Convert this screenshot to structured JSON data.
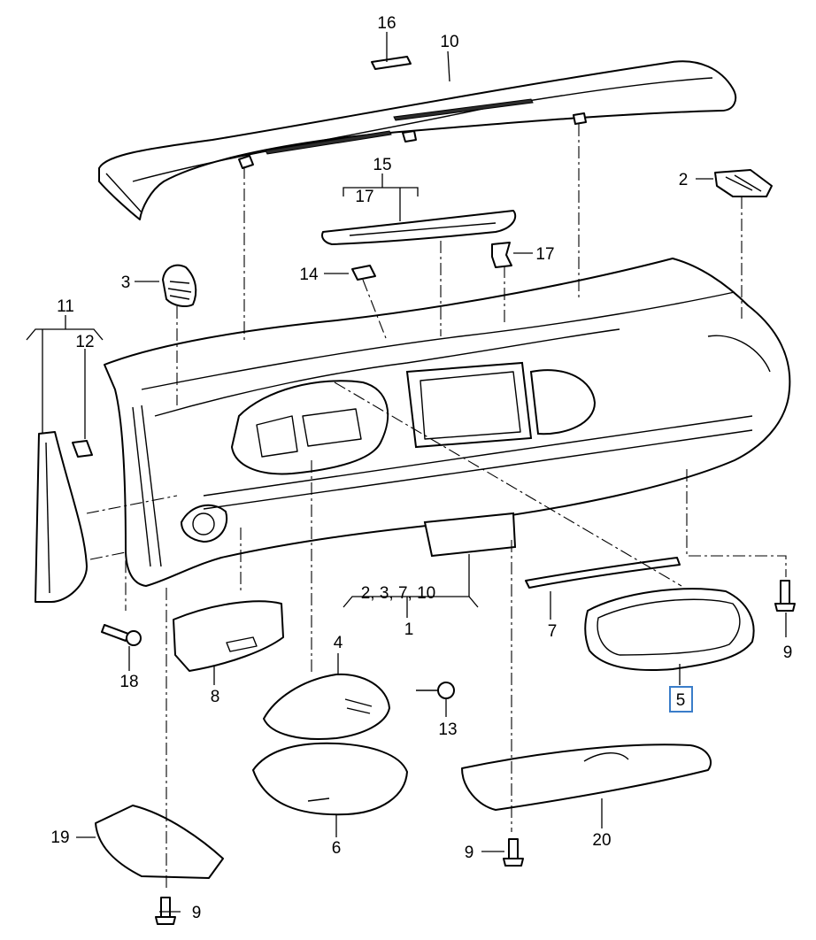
{
  "diagram": {
    "callouts": {
      "c16": "16",
      "c10": "10",
      "c15": "15",
      "c17a": "17",
      "c2": "2",
      "c17b": "17",
      "c3": "3",
      "c14": "14",
      "c11": "11",
      "c12": "12",
      "c7": "7",
      "c9a": "9",
      "c18": "18",
      "c8": "8",
      "c4": "4",
      "c13": "13",
      "c5": "5",
      "c6": "6",
      "c19": "19",
      "c20": "20",
      "c9b": "9",
      "c9c": "9",
      "group_label": "2, 3, 7, 10",
      "group_target": "1"
    },
    "highlighted_callout": "5",
    "highlight_color": "#3a7dc9"
  }
}
